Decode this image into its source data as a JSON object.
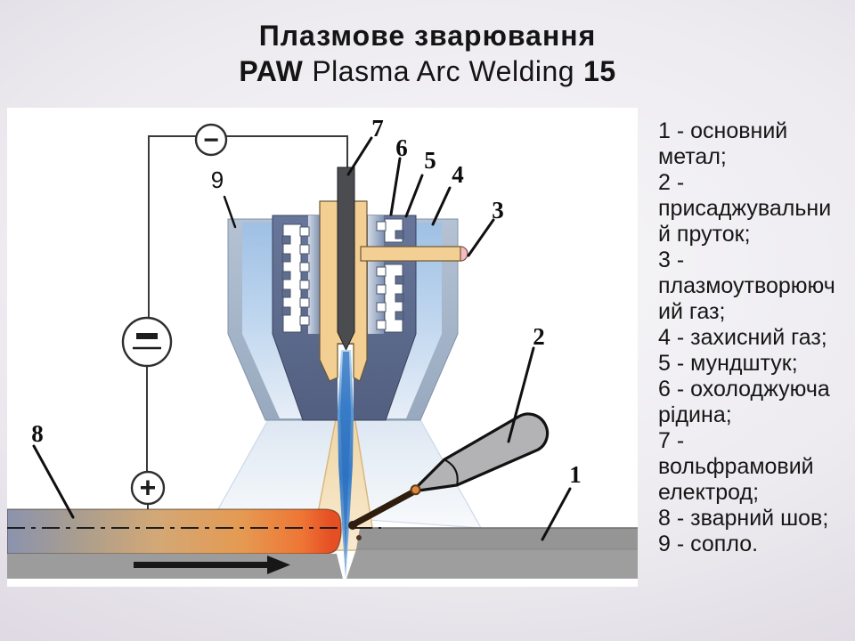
{
  "title": {
    "line1": "Плазмове зварювання",
    "line2_bold": "PAW",
    "line2_text": "Plasma Arc Welding",
    "line2_number": "15"
  },
  "legend": {
    "items": [
      "1 - основний метал;",
      "2 - присаджувальний пруток;",
      "3 - плазмоутворюючий газ;",
      "4 - захисний газ;",
      "5 - мундштук;",
      "6 - охолоджуюча рідина;",
      "7 - вольфрамовий електрод;",
      "8 - зварний шов;",
      "9 - сопло."
    ]
  },
  "diagram": {
    "labels": [
      "1",
      "2",
      "3",
      "4",
      "5",
      "6",
      "7",
      "8",
      "9"
    ],
    "terminals": {
      "negative": "−",
      "positive": "+"
    },
    "colors": {
      "plasma_blue": "#2f77c6",
      "torch_body_tan": "#f3cf93",
      "torch_slate": "#5f6e8f",
      "shield_gas_blue": "#a4c2e4",
      "nozzle_shell_gray": "#a9b9cc",
      "weld_hot_orange": "#e85325",
      "weld_cold_gray_blue": "#8a93ae",
      "base_metal_gray": "#989898"
    }
  }
}
